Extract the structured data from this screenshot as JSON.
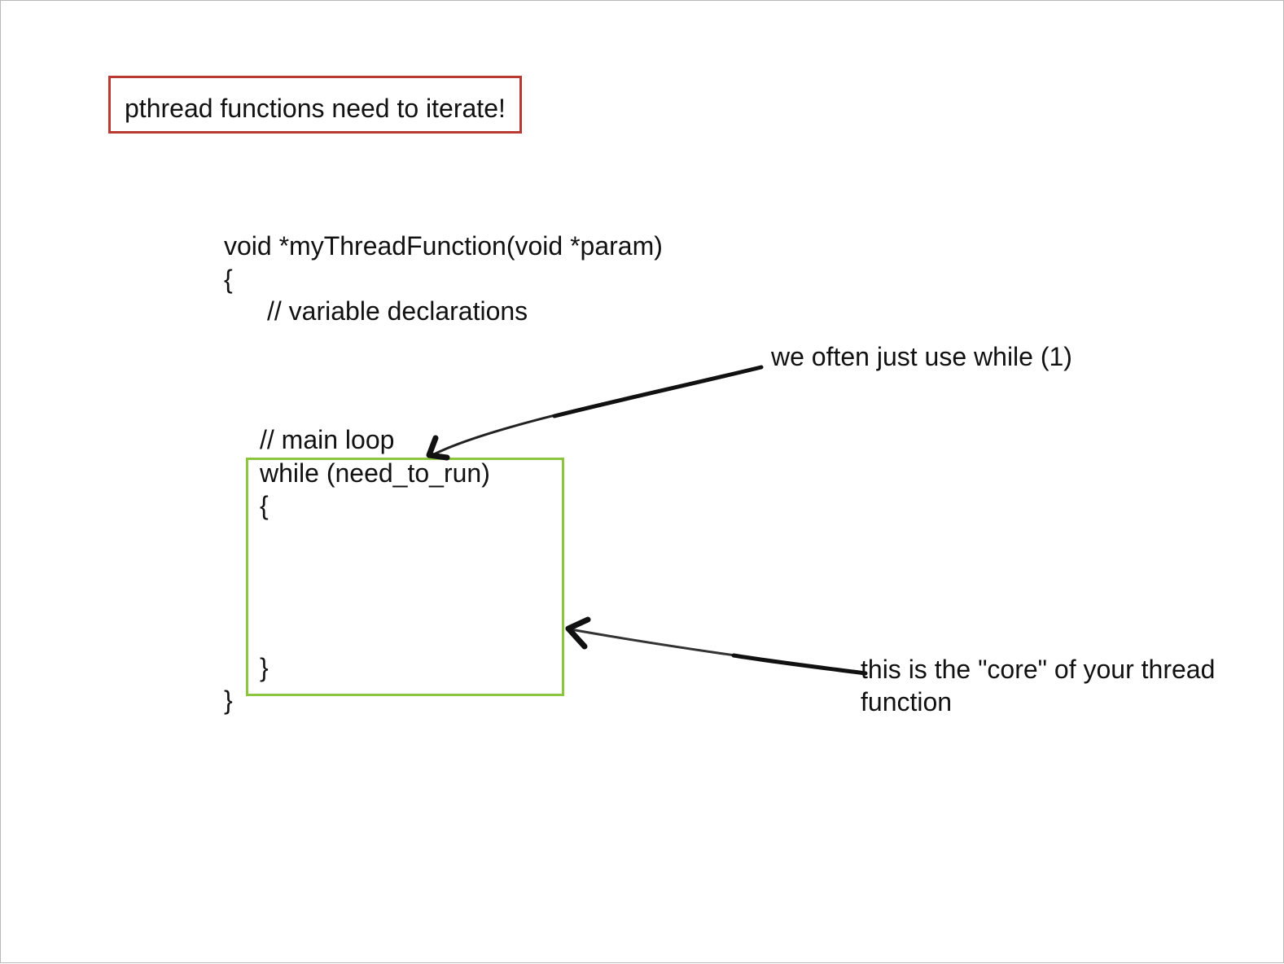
{
  "note": {
    "text": "pthread functions need to iterate!"
  },
  "code": {
    "signature": "void *myThreadFunction(void *param)",
    "open_brace": "{",
    "var_comment": "// variable declarations",
    "loop_comment": "// main loop",
    "while_line": "while (need_to_run)",
    "loop_open_brace": "{",
    "loop_close_brace": "}",
    "close_brace": "}"
  },
  "callouts": {
    "while_one": "we often just use while (1)",
    "core_line1": "this is the \"core\" of your thread",
    "core_line2": "function"
  },
  "colors": {
    "note_border": "#b83a33",
    "loop_border": "#8cc63f",
    "arrow": "#111111"
  }
}
